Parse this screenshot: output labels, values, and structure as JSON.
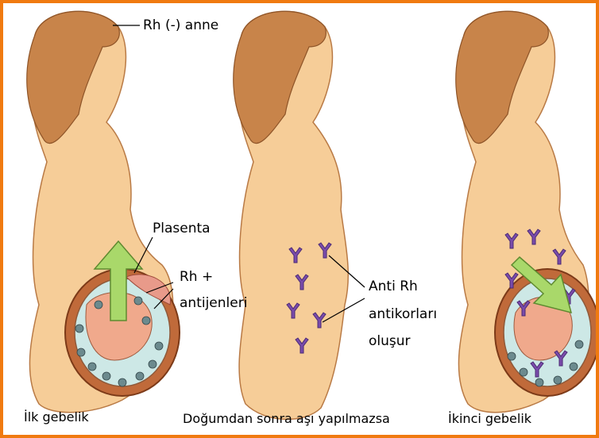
{
  "labels": {
    "rh_negative_mother": "Rh (-) anne",
    "placenta": "Plasenta",
    "rh_plus": "Rh +",
    "antigens": "antijenleri",
    "anti_rh": "Anti Rh",
    "antibodies": "antikorları",
    "formed": "oluşur"
  },
  "captions": {
    "first": "İlk gebelik",
    "middle": "Doğumdan sonra aşı yapılmazsa",
    "second": "İkinci gebelik"
  },
  "colors": {
    "border": "#f07a10",
    "skin": "#f6cd98",
    "hair": "#c8844a",
    "womb": "#c06a3a",
    "fluid": "#cde8e6",
    "arrow": "#a9d86a",
    "antibody": "#7a4bab",
    "antigen": "#6c8a8e"
  }
}
